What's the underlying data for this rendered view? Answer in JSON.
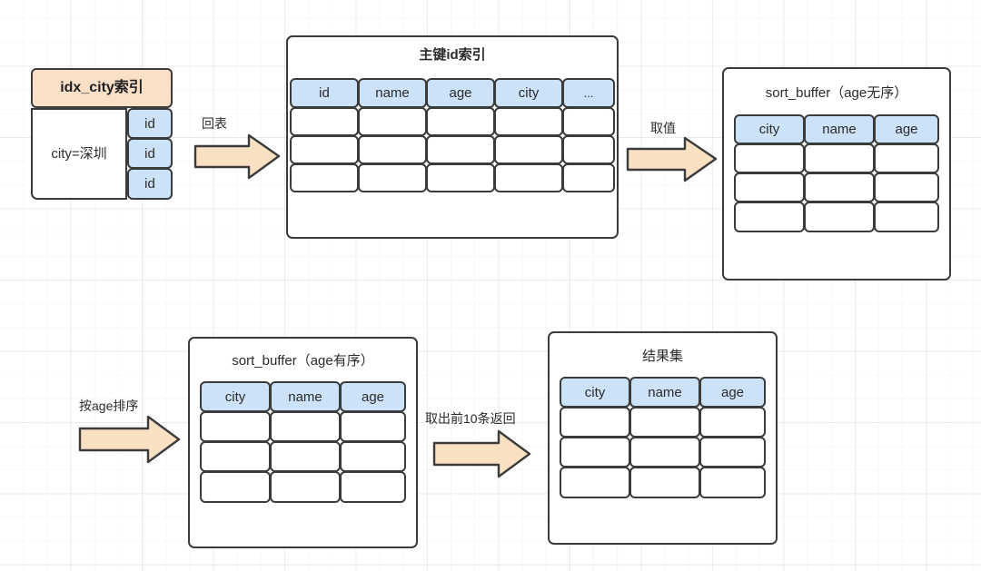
{
  "diagram": {
    "title_idx": "idx_city索引",
    "nodes": {
      "idx_city": {
        "header": "idx_city索引",
        "condition": "city=深圳",
        "id_cells": [
          "id",
          "id",
          "id"
        ]
      },
      "pk_index": {
        "title": "主键id索引",
        "columns": [
          "id",
          "name",
          "age",
          "city",
          "..."
        ],
        "empty_rows": 3
      },
      "sort_buffer_unsorted": {
        "title": "sort_buffer（age无序）",
        "columns": [
          "city",
          "name",
          "age"
        ],
        "empty_rows": 3
      },
      "sort_buffer_sorted": {
        "title": "sort_buffer（age有序）",
        "columns": [
          "city",
          "name",
          "age"
        ],
        "empty_rows": 3
      },
      "result_set": {
        "title": "结果集",
        "columns": [
          "city",
          "name",
          "age"
        ],
        "empty_rows": 3
      }
    },
    "arrows": [
      {
        "label": "回表"
      },
      {
        "label": "取值"
      },
      {
        "label": "按age排序"
      },
      {
        "label": "取出前10条返回"
      }
    ],
    "colors": {
      "header_blue": "#cbe2f8",
      "header_orange": "#fbe0c8",
      "arrow_fill": "#fae0c3",
      "stroke": "#3b3b3b",
      "grid": "#e8e8e8"
    }
  }
}
